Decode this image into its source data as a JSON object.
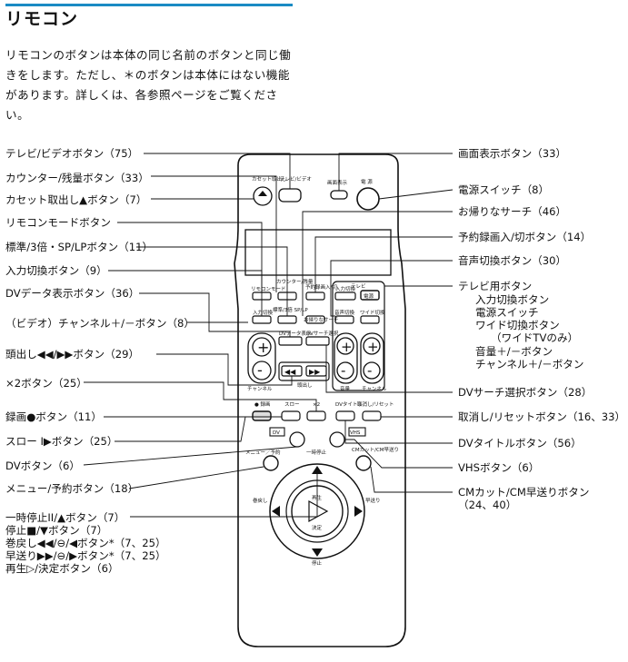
{
  "title": "リモコン",
  "intro": "リモコンのボタンは本体の同じ名前のボタンと同じ働きをします。ただし、＊のボタンは本体にはない機能があります。詳しくは、各参照ページをご覧ください。",
  "left_labels": [
    "テレビ/ビデオボタン（75）",
    "カウンター/残量ボタン（33）",
    "カセット取出し▲ボタン（7）",
    "リモコンモードボタン",
    "標準/3倍・SP/LPボタン（11）",
    "入力切換ボタン（9）",
    "DVデータ表示ボタン（36）",
    "（ビデオ）チャンネル＋/－ボタン（8）",
    "頭出し◀◀/▶▶ボタン（29）",
    "×2ボタン（25）",
    "録画●ボタン（11）",
    "スロー I▶ボタン（25）",
    "DVボタン（6）",
    "メニュー/予約ボタン（18）",
    "一時停止II/▲ボタン（7）",
    "停止■/▼ボタン（7）",
    "巻戻し◀◀/⊖/◀ボタン*（7、25）",
    "早送り▶▶/⊖/▶ボタン*（7、25）",
    "再生▷/決定ボタン（6）"
  ],
  "right_labels": [
    "画面表示ボタン（33）",
    "電源スイッチ（8）",
    "お帰りなサーチ（46）",
    "予約録画入/切ボタン（14）",
    "音声切換ボタン（30）",
    "テレビ用ボタン",
    "入力切換ボタン",
    "電源スイッチ",
    "ワイド切換ボタン",
    "（ワイドTVのみ）",
    "音量＋/－ボタン",
    "チャンネル＋/－ボタン",
    "DVサーチ選択ボタン（28）",
    "取消し/リセットボタン（16、33）",
    "DVタイトルボタン（56）",
    "VHSボタン（6）",
    "CMカット/CM早送りボタン",
    "（24、40）"
  ],
  "remote": {
    "cassette": "カセット取出し",
    "tv_video": "テレビ/ビデオ",
    "display": "画面表示",
    "power": "電 源",
    "remote_mode": "リモコンモード",
    "counter": "カウンター/残量",
    "timer": "予約録画入/切",
    "tv_header": "テレビ",
    "input_sel": "入力切換",
    "tv_power": "電源",
    "input2": "入力切換",
    "sp_lp": "標準/3倍 SP/LP",
    "okaeri": "お帰りなサーチ",
    "audio": "音声切換",
    "wide": "ワイド切換",
    "dv_data": "DVデータ表示",
    "dv_search": "DVサーチ選択",
    "channel": "チャンネル",
    "cue": "頭出し",
    "volume": "音量",
    "channel2": "チャンネル",
    "rec": "● 録画",
    "slow": "スロー",
    "x2": "×2",
    "dv_title": "DVタイトル",
    "cancel": "取消し/リセット",
    "dv": "DV",
    "vhs": "VHS",
    "menu": "メニュー／予約",
    "pause": "一時停止",
    "cm": "CMカット/CM早送り",
    "play": "再生",
    "enter": "決定",
    "rew": "巻戻し",
    "ff": "早送り",
    "stop": "停止"
  }
}
